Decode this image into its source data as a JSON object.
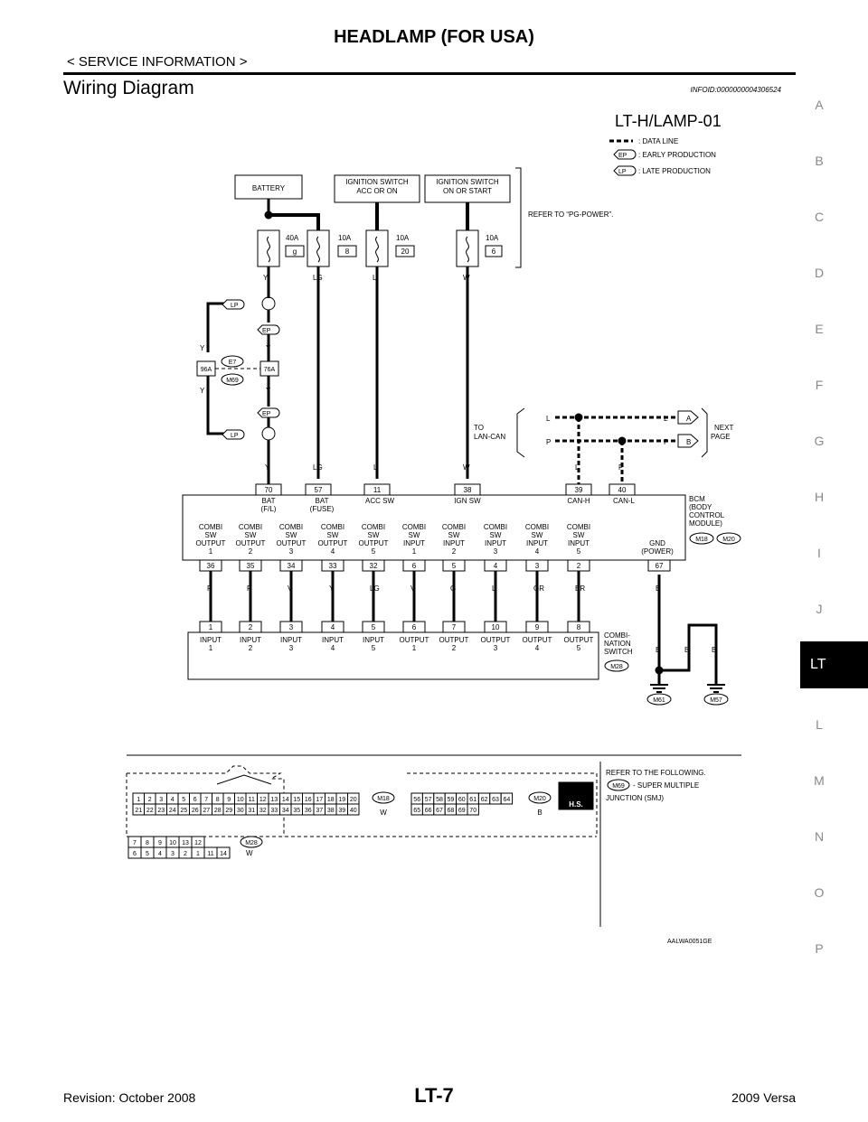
{
  "header": {
    "title": "HEADLAMP (FOR USA)",
    "subtitle": "< SERVICE INFORMATION >",
    "section": "Wiring Diagram",
    "infoid": "INFOID:0000000004306524"
  },
  "side_index": [
    "A",
    "B",
    "C",
    "D",
    "E",
    "F",
    "G",
    "H",
    "I",
    "J",
    "LT",
    "L",
    "M",
    "N",
    "O",
    "P"
  ],
  "footer": {
    "revision": "Revision: October 2008",
    "page": "LT-7",
    "model": "2009 Versa"
  },
  "diagram": {
    "id": "LT-H/LAMP-01",
    "legend": [
      ": DATA LINE",
      ": EARLY PRODUCTION",
      ": LATE PRODUCTION"
    ],
    "legend_tags": [
      "EP",
      "LP"
    ],
    "supplies": [
      "BATTERY",
      "IGNITION SWITCH",
      "ACC OR ON",
      "IGNITION SWITCH",
      "ON OR START"
    ],
    "fuses": [
      {
        "amp": "40A",
        "num": "g"
      },
      {
        "amp": "10A",
        "num": "8"
      },
      {
        "amp": "10A",
        "num": "20"
      },
      {
        "amp": "10A",
        "num": "6"
      }
    ],
    "refer_pg": "REFER TO “PG-POWER”.",
    "wire_top": [
      "Y",
      "LG",
      "L",
      "W"
    ],
    "tags": [
      "LP",
      "EP",
      "EP",
      "LP"
    ],
    "joint": {
      "connector": "E7",
      "alt": "M69",
      "left_term": "96A",
      "right_term": "76A",
      "wires": [
        "Y",
        "Y",
        "Y",
        "Y"
      ]
    },
    "lan": {
      "label1": "TO",
      "label2": "LAN-CAN",
      "wires": [
        "L",
        "L",
        "P",
        "P",
        "L",
        "P"
      ],
      "conn": [
        "A",
        "B"
      ],
      "next1": "NEXT",
      "next2": "PAGE"
    },
    "bcm_top_wires": [
      "Y",
      "LG",
      "L",
      "W",
      "L",
      "P"
    ],
    "bcm_top_pins": [
      "70",
      "57",
      "11",
      "38",
      "39",
      "40"
    ],
    "bcm_top_labels": [
      "BAT",
      "(F/L)",
      "BAT",
      "(FUSE)",
      "ACC SW",
      "IGN SW",
      "CAN-H",
      "CAN-L"
    ],
    "bcm_name": [
      "BCM",
      "(BODY",
      "CONTROL",
      "MODULE)"
    ],
    "bcm_conns": [
      "M18",
      "M20"
    ],
    "bcm_io": [
      [
        "COMBI",
        "SW",
        "OUTPUT",
        "1"
      ],
      [
        "COMBI",
        "SW",
        "OUTPUT",
        "2"
      ],
      [
        "COMBI",
        "SW",
        "OUTPUT",
        "3"
      ],
      [
        "COMBI",
        "SW",
        "OUTPUT",
        "4"
      ],
      [
        "COMBI",
        "SW",
        "OUTPUT",
        "5"
      ],
      [
        "COMBI",
        "SW",
        "INPUT",
        "1"
      ],
      [
        "COMBI",
        "SW",
        "INPUT",
        "2"
      ],
      [
        "COMBI",
        "SW",
        "INPUT",
        "3"
      ],
      [
        "COMBI",
        "SW",
        "INPUT",
        "4"
      ],
      [
        "COMBI",
        "SW",
        "INPUT",
        "5"
      ]
    ],
    "gnd_label": [
      "GND",
      "(POWER)"
    ],
    "bcm_bottom_pins": [
      "36",
      "35",
      "34",
      "33",
      "32",
      "6",
      "5",
      "4",
      "3",
      "2",
      "67"
    ],
    "mid_wires": [
      "P",
      "R",
      "V",
      "Y",
      "LG",
      "V",
      "G",
      "L",
      "GR",
      "BR",
      "B"
    ],
    "combi_pins": [
      "1",
      "2",
      "3",
      "4",
      "5",
      "6",
      "7",
      "10",
      "9",
      "8"
    ],
    "combi_labels": [
      [
        "INPUT",
        "1"
      ],
      [
        "INPUT",
        "2"
      ],
      [
        "INPUT",
        "3"
      ],
      [
        "INPUT",
        "4"
      ],
      [
        "INPUT",
        "5"
      ],
      [
        "OUTPUT",
        "1"
      ],
      [
        "OUTPUT",
        "2"
      ],
      [
        "OUTPUT",
        "3"
      ],
      [
        "OUTPUT",
        "4"
      ],
      [
        "OUTPUT",
        "5"
      ]
    ],
    "combi_name": [
      "COMBI-",
      "NATION",
      "SWITCH"
    ],
    "combi_conn": "M28",
    "ground_wires": [
      "B",
      "B",
      "B"
    ],
    "grounds": [
      "M61",
      "M57"
    ],
    "connectors": {
      "m18_row1": [
        "1",
        "2",
        "3",
        "4",
        "5",
        "6",
        "7",
        "8",
        "9",
        "10",
        "11",
        "12",
        "13",
        "14",
        "15",
        "16",
        "17",
        "18",
        "19",
        "20"
      ],
      "m18_row2": [
        "21",
        "22",
        "23",
        "24",
        "25",
        "26",
        "27",
        "28",
        "29",
        "30",
        "31",
        "32",
        "33",
        "34",
        "35",
        "36",
        "37",
        "38",
        "39",
        "40"
      ],
      "m18": {
        "id": "M18",
        "color": "W"
      },
      "m20_row1": [
        "56",
        "57",
        "58",
        "59",
        "60",
        "61",
        "62",
        "63",
        "64"
      ],
      "m20_row2": [
        "65",
        "66",
        "67",
        "68",
        "69",
        "70"
      ],
      "m20": {
        "id": "M20",
        "color": "B"
      },
      "hs": "H.S.",
      "m28_row1": [
        "7",
        "8",
        "9",
        "10",
        "13",
        "12"
      ],
      "m28_row2": [
        "6",
        "5",
        "4",
        "3",
        "2",
        "1",
        "11",
        "14"
      ],
      "m28": {
        "id": "M28",
        "color": "W"
      }
    },
    "refer_following": "REFER TO THE FOLLOWING.",
    "smj": [
      "M69",
      "- SUPER MULTIPLE",
      "JUNCTION (SMJ)"
    ],
    "figure_code": "AALWA0051GE"
  }
}
